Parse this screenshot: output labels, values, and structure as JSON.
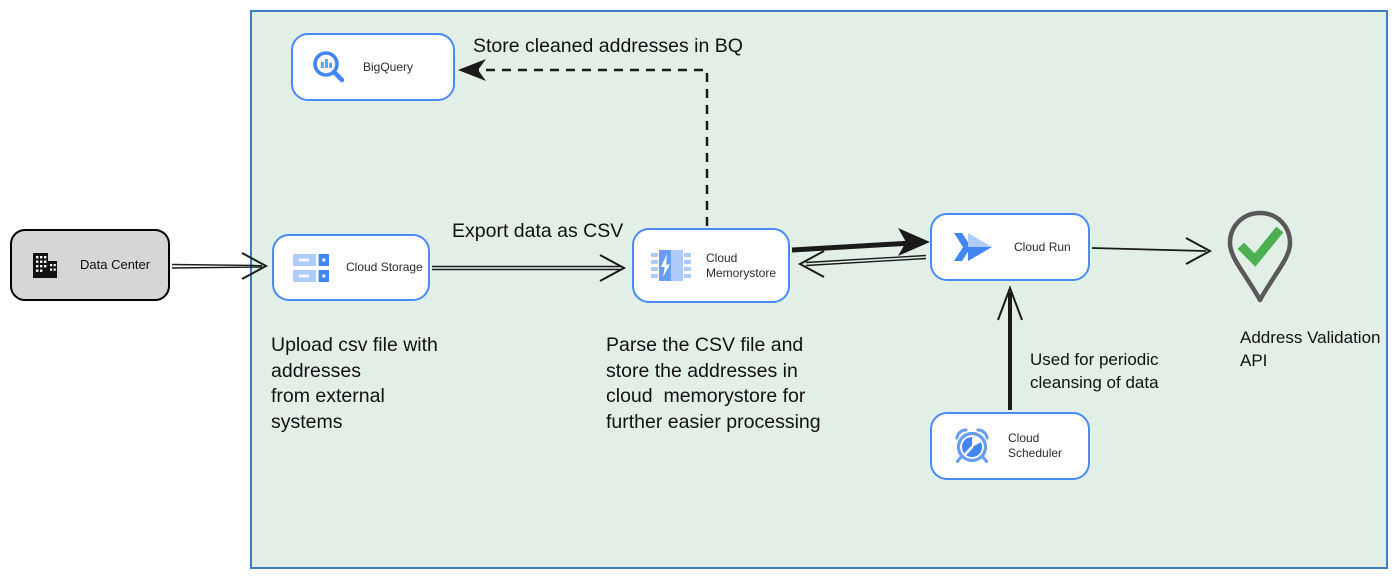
{
  "nodes": {
    "data_center": {
      "label": "Data Center"
    },
    "bigquery": {
      "label": "BigQuery"
    },
    "cloud_storage": {
      "label": "Cloud Storage"
    },
    "cloud_memorystore": {
      "label": "Cloud Memorystore"
    },
    "cloud_run": {
      "label": "Cloud Run"
    },
    "cloud_scheduler": {
      "label": "Cloud Scheduler"
    },
    "address_validation_api": {
      "label": "Address Validation API"
    }
  },
  "annotations": {
    "store_bq": "Store cleaned addresses in BQ",
    "export_csv": "Export data as CSV",
    "upload_note": "Upload csv file with\naddresses\nfrom external\nsystems",
    "parse_note": "Parse the CSV file and\nstore the addresses in\ncloud  memorystore for\nfurther easier processing",
    "scheduler_note": "Used for periodic\ncleansing of data"
  },
  "colors": {
    "container_fill": "#e2efe7",
    "container_border": "#3f7cc0",
    "node_border": "#4a8af4",
    "datacenter_fill": "#d6d6d6",
    "google_blue": "#4285f4",
    "google_blue_light": "#aecbfa",
    "google_blue_mid": "#669df6",
    "check_green": "#4caf50",
    "pin_gray": "#595959",
    "arrow_black": "#1a1a1a"
  }
}
